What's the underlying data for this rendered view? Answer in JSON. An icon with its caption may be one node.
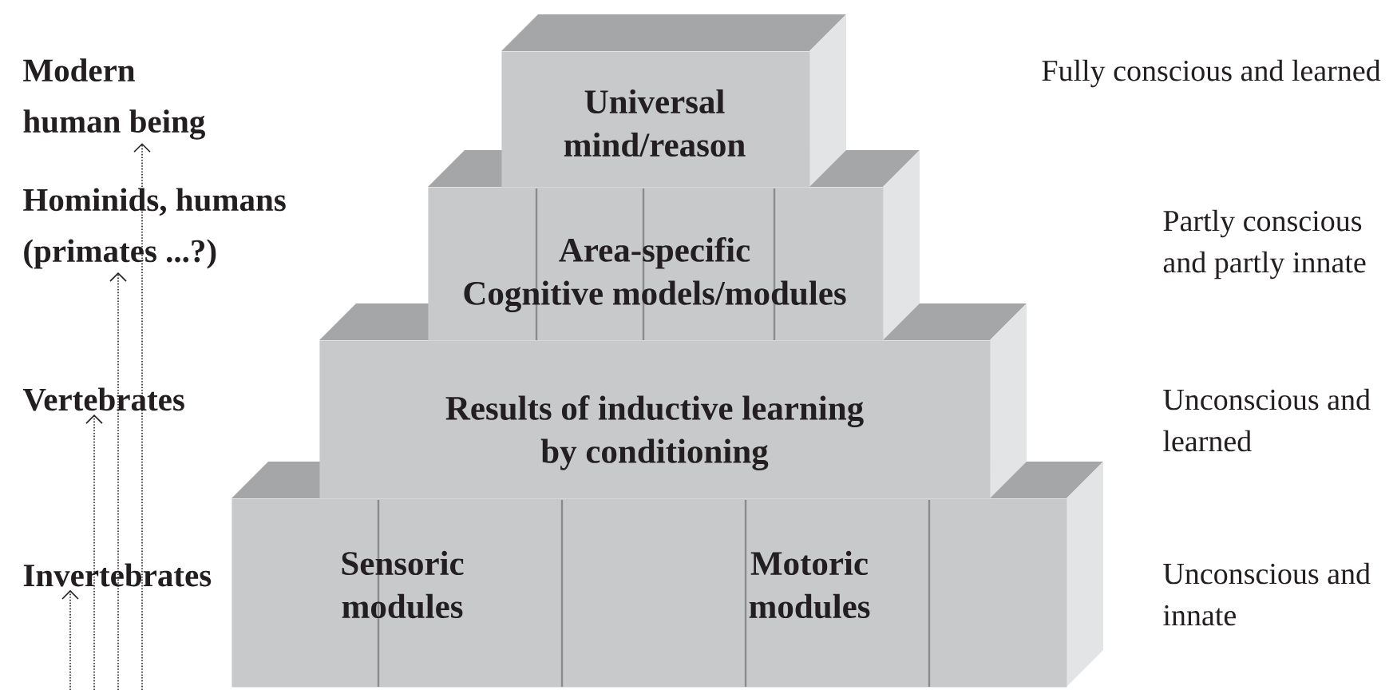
{
  "diagram": {
    "nodes": [
      {
        "text": [
          "Modern human being"
        ]
      },
      {
        "text": [
          "Hominids, humans (primates ...?)"
        ]
      },
      {
        "text": [
          "Vertebrates"
        ]
      },
      {
        "text": [
          "Invertebrates"
        ]
      },
      {
        "text": [
          "Universal mind/reason"
        ]
      },
      {
        "text": [
          "Area-specific Cognitive models/modules"
        ]
      },
      {
        "text": [
          "Results of inductive learning by conditioning"
        ]
      },
      {
        "text": [
          "Sensoric modules",
          "Motoric modules"
        ]
      }
    ],
    "edges": [
      {
        "from": null,
        "to": 0,
        "arrow": "to",
        "style": "dashed"
      },
      {
        "from": null,
        "to": 1,
        "arrow": "to",
        "style": "dashed"
      },
      {
        "from": null,
        "to": 2,
        "arrow": "to",
        "style": "dashed"
      },
      {
        "from": null,
        "to": 3,
        "arrow": "to",
        "style": "dashed"
      }
    ],
    "labels": [
      "Fully conscious and learned",
      "Partly conscious and partly innate",
      "Unconscious and learned",
      "Unconscious and innate"
    ]
  }
}
